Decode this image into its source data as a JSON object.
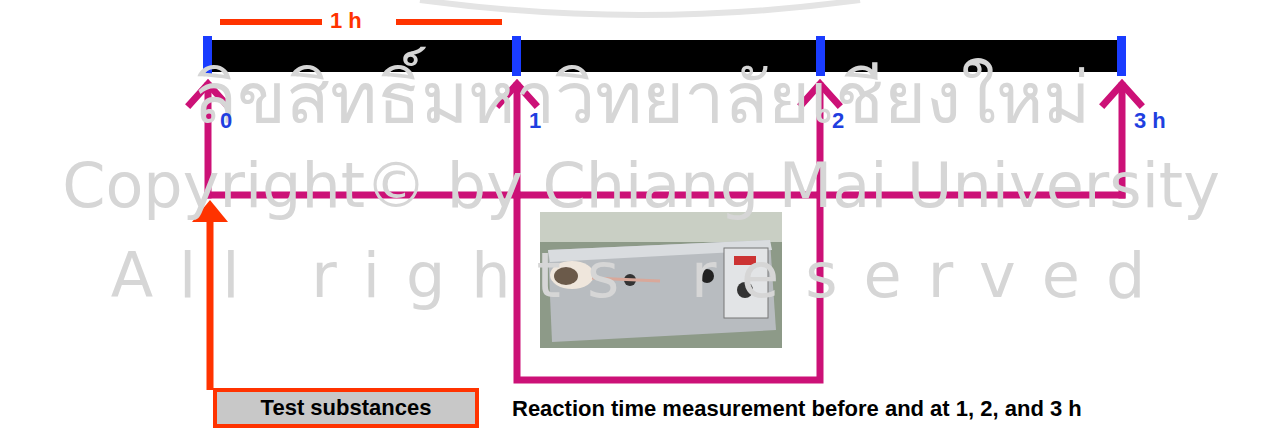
{
  "diagram": {
    "caption": "Reaction time measurement before and at 1, 2, and 3 h",
    "nodes": [
      {
        "text": [
          "Test substances"
        ]
      }
    ],
    "labels": [
      "1 h",
      "0",
      "1",
      "2",
      "3 h",
      "ลิขสิทธิ์มหาวิทยาลัยเชียงใหม่",
      "Copyright© by Chiang Mai University",
      "All rights reserved"
    ]
  }
}
